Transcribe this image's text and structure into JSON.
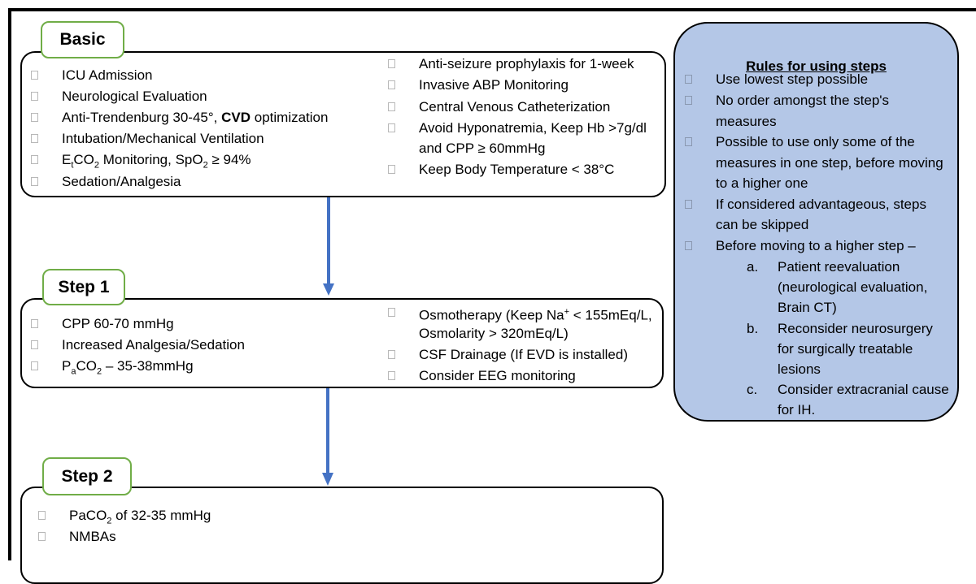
{
  "colors": {
    "label_border": "#70ad47",
    "arrow": "#4472c4",
    "panel_bg": "#b4c7e7"
  },
  "basic": {
    "label": "Basic",
    "left_items": [
      "ICU Admission",
      "Neurological Evaluation",
      "Anti-Trendenburg 30-45°, ",
      "Intubation/Mechanical Ventilation",
      "Sedation/Analgesia"
    ],
    "cvd_bold": "CVD",
    "cvd_rest": " optimization",
    "etco2": {
      "pre": "E",
      "sub": "t",
      "mid": "CO",
      "sub2": "2",
      "post": " Monitoring, SpO",
      "sub3": "2",
      "end": " ≥ 94%"
    },
    "right_items": [
      "Anti-seizure prophylaxis for 1-week",
      "Invasive ABP Monitoring",
      "Central Venous Catheterization",
      "Avoid Hyponatremia, Keep Hb >7g/dl",
      "and CPP ≥ 60mmHg",
      "Keep Body Temperature < 38°C"
    ]
  },
  "step1": {
    "label": "Step 1",
    "left_items": [
      "CPP 60-70 mmHg",
      "Increased Analgesia/Sedation"
    ],
    "paco2": {
      "pre": "P",
      "sub": "a",
      "mid": "CO",
      "sub2": "2",
      "post": " – 35-38mmHg"
    },
    "right_items": [
      "Osmotherapy (Keep Na",
      "Osmolarity > 320mEq/L)",
      "CSF Drainage (If EVD is installed)",
      "Consider EEG monitoring"
    ],
    "na_sup": "+",
    "na_rest": " < 155mEq/L,"
  },
  "step2": {
    "label": "Step 2",
    "paco2": {
      "pre": "PaCO",
      "sub": "2",
      "post": " of 32-35 mmHg"
    },
    "items": [
      "NMBAs"
    ]
  },
  "rules": {
    "title": "Rules for using steps",
    "lines": [
      "Use lowest step possible",
      "No order amongst the step's",
      "measures",
      "Possible to use only some of the",
      "measures in one step, before moving",
      "to a higher one",
      "If considered advantageous, steps",
      "can be skipped",
      "Before moving to a higher step –"
    ],
    "sub_items": [
      {
        "letter": "a.",
        "lines": [
          "Patient reevaluation",
          "(neurological evaluation,",
          "Brain CT)"
        ]
      },
      {
        "letter": "b.",
        "lines": [
          "Reconsider neurosurgery",
          "for surgically treatable",
          "lesions"
        ]
      },
      {
        "letter": "c.",
        "lines": [
          "Consider extracranial cause",
          "for IH."
        ]
      }
    ]
  }
}
